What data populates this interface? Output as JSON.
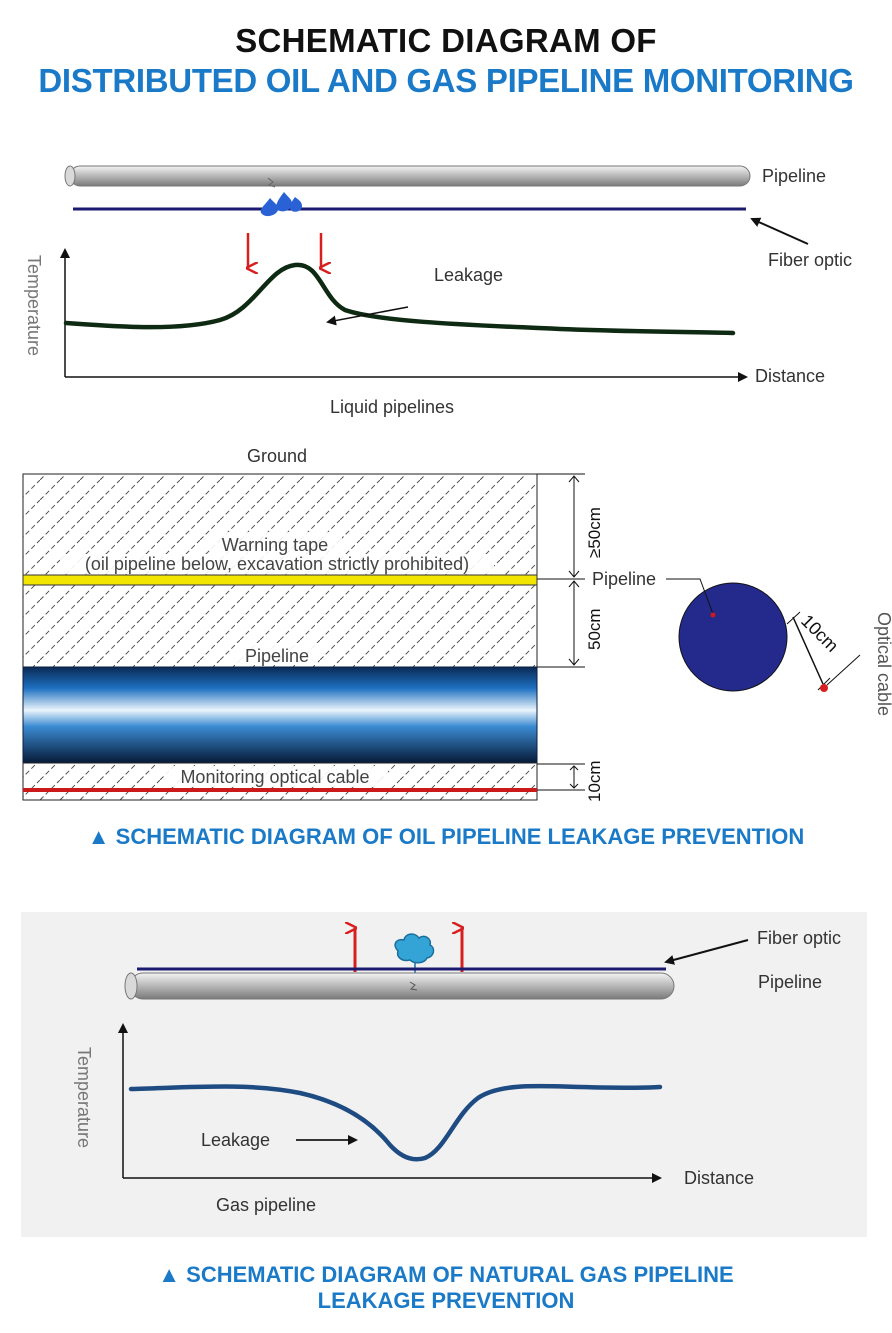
{
  "header": {
    "title_line1": "SCHEMATIC DIAGRAM OF",
    "title_line2": "DISTRIBUTED OIL AND GAS PIPELINE MONITORING"
  },
  "liquid_diagram": {
    "pipeline_label": "Pipeline",
    "fiber_label": "Fiber optic",
    "leakage_label": "Leakage",
    "y_axis_label": "Temperature",
    "x_axis_label": "Distance",
    "subtitle": "Liquid pipelines"
  },
  "cross_section": {
    "ground_label": "Ground",
    "warning_tape_line1": "Warning tape",
    "warning_tape_line2": "(oil pipeline below, excavation strictly prohibited)",
    "pipeline_label": "Pipeline",
    "cable_label": "Monitoring optical cable",
    "dim_top": "≥50cm",
    "dim_mid": "50cm",
    "dim_bottom": "10cm",
    "side_pipeline_label": "Pipeline",
    "side_distance_label": "10cm",
    "side_cable_label": "Optical cable",
    "caption": "▲ SCHEMATIC DIAGRAM OF OIL PIPELINE LEAKAGE PREVENTION"
  },
  "gas_diagram": {
    "fiber_label": "Fiber optic",
    "pipeline_label": "Pipeline",
    "leakage_label": "Leakage",
    "y_axis_label": "Temperature",
    "x_axis_label": "Distance",
    "subtitle": "Gas pipeline",
    "caption_line1": "▲ SCHEMATIC DIAGRAM OF NATURAL GAS PIPELINE",
    "caption_line2": "LEAKAGE PREVENTION"
  },
  "colors": {
    "accent_blue": "#1a7ac8",
    "fiber_navy": "#1a1a6e",
    "warning_yellow": "#f2e600",
    "cable_red": "#cc1a1a",
    "curve_dark_green": "#0e2a12",
    "gas_curve_blue": "#1d4b82"
  }
}
